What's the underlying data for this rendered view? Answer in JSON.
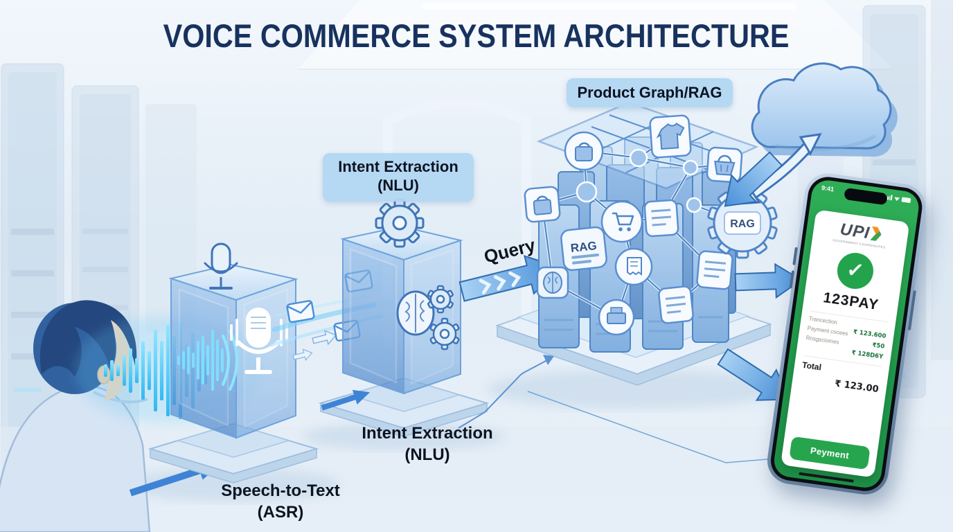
{
  "title": "VOICE COMMERCE SYSTEM ARCHITECTURE",
  "badges": {
    "intent_extraction_line1": "Intent Extraction",
    "intent_extraction_line2": "(NLU)",
    "product_graph": "Product Graph/RAG"
  },
  "flow_labels": {
    "query": "Query",
    "speech_to_text_line1": "Speech-to-Text",
    "speech_to_text_line2": "(ASR)",
    "intent_extraction_line1": "Intent Extraction",
    "intent_extraction_line2": "(NLU)"
  },
  "graph": {
    "rag_tag": "RAG",
    "rag_gear": "RAG"
  },
  "phone": {
    "status_time": "9:41",
    "upi_logo": "UPI",
    "upi_tagline": "GOVERNMENT COORDINATES",
    "app_name": "123PAY",
    "row_labels": [
      "Trancection",
      "Payment cocees",
      "Rnsgsciomes"
    ],
    "row_values": [
      "₹ 123.600",
      "₹50",
      "₹ 128D6Y"
    ],
    "total_label": "Total",
    "total_value": "₹ 123.00",
    "pay_button_label": "Peyment"
  },
  "icons": {
    "check": "✓"
  },
  "colors": {
    "title_navy": "#17325e",
    "badge_blue": "#b2d6f2",
    "accent_blue": "#4a90d9",
    "waveform_cyan": "#43d2ff",
    "upi_green": "#23a24d"
  }
}
